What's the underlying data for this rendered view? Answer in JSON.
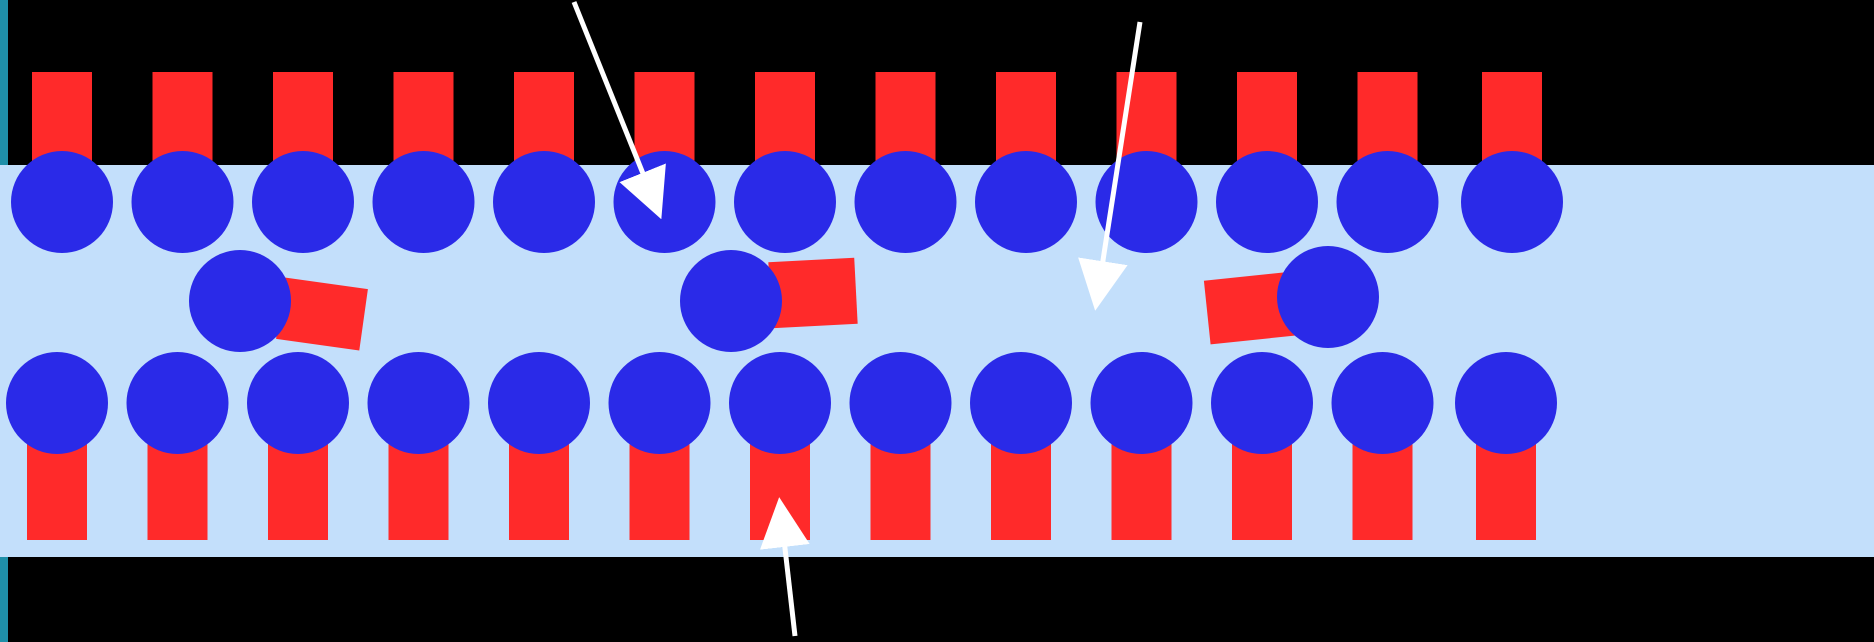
{
  "colors": {
    "background": "#000000",
    "fluid_band": "#c3dffb",
    "head": "#2a2ae8",
    "tail": "#ff2a2a",
    "arrow": "#ffffff",
    "left_edge": "#1f8fa8"
  },
  "diagram": {
    "upper_row_molecules": 13,
    "lower_row_molecules": 13,
    "inner_molecules": 3,
    "arrows": [
      {
        "name": "arrow-to-head",
        "description_icon": "pointer-arrow-icon"
      },
      {
        "name": "arrow-to-band",
        "description_icon": "pointer-arrow-icon"
      },
      {
        "name": "arrow-to-tail-bottom",
        "description_icon": "pointer-arrow-icon"
      }
    ]
  }
}
